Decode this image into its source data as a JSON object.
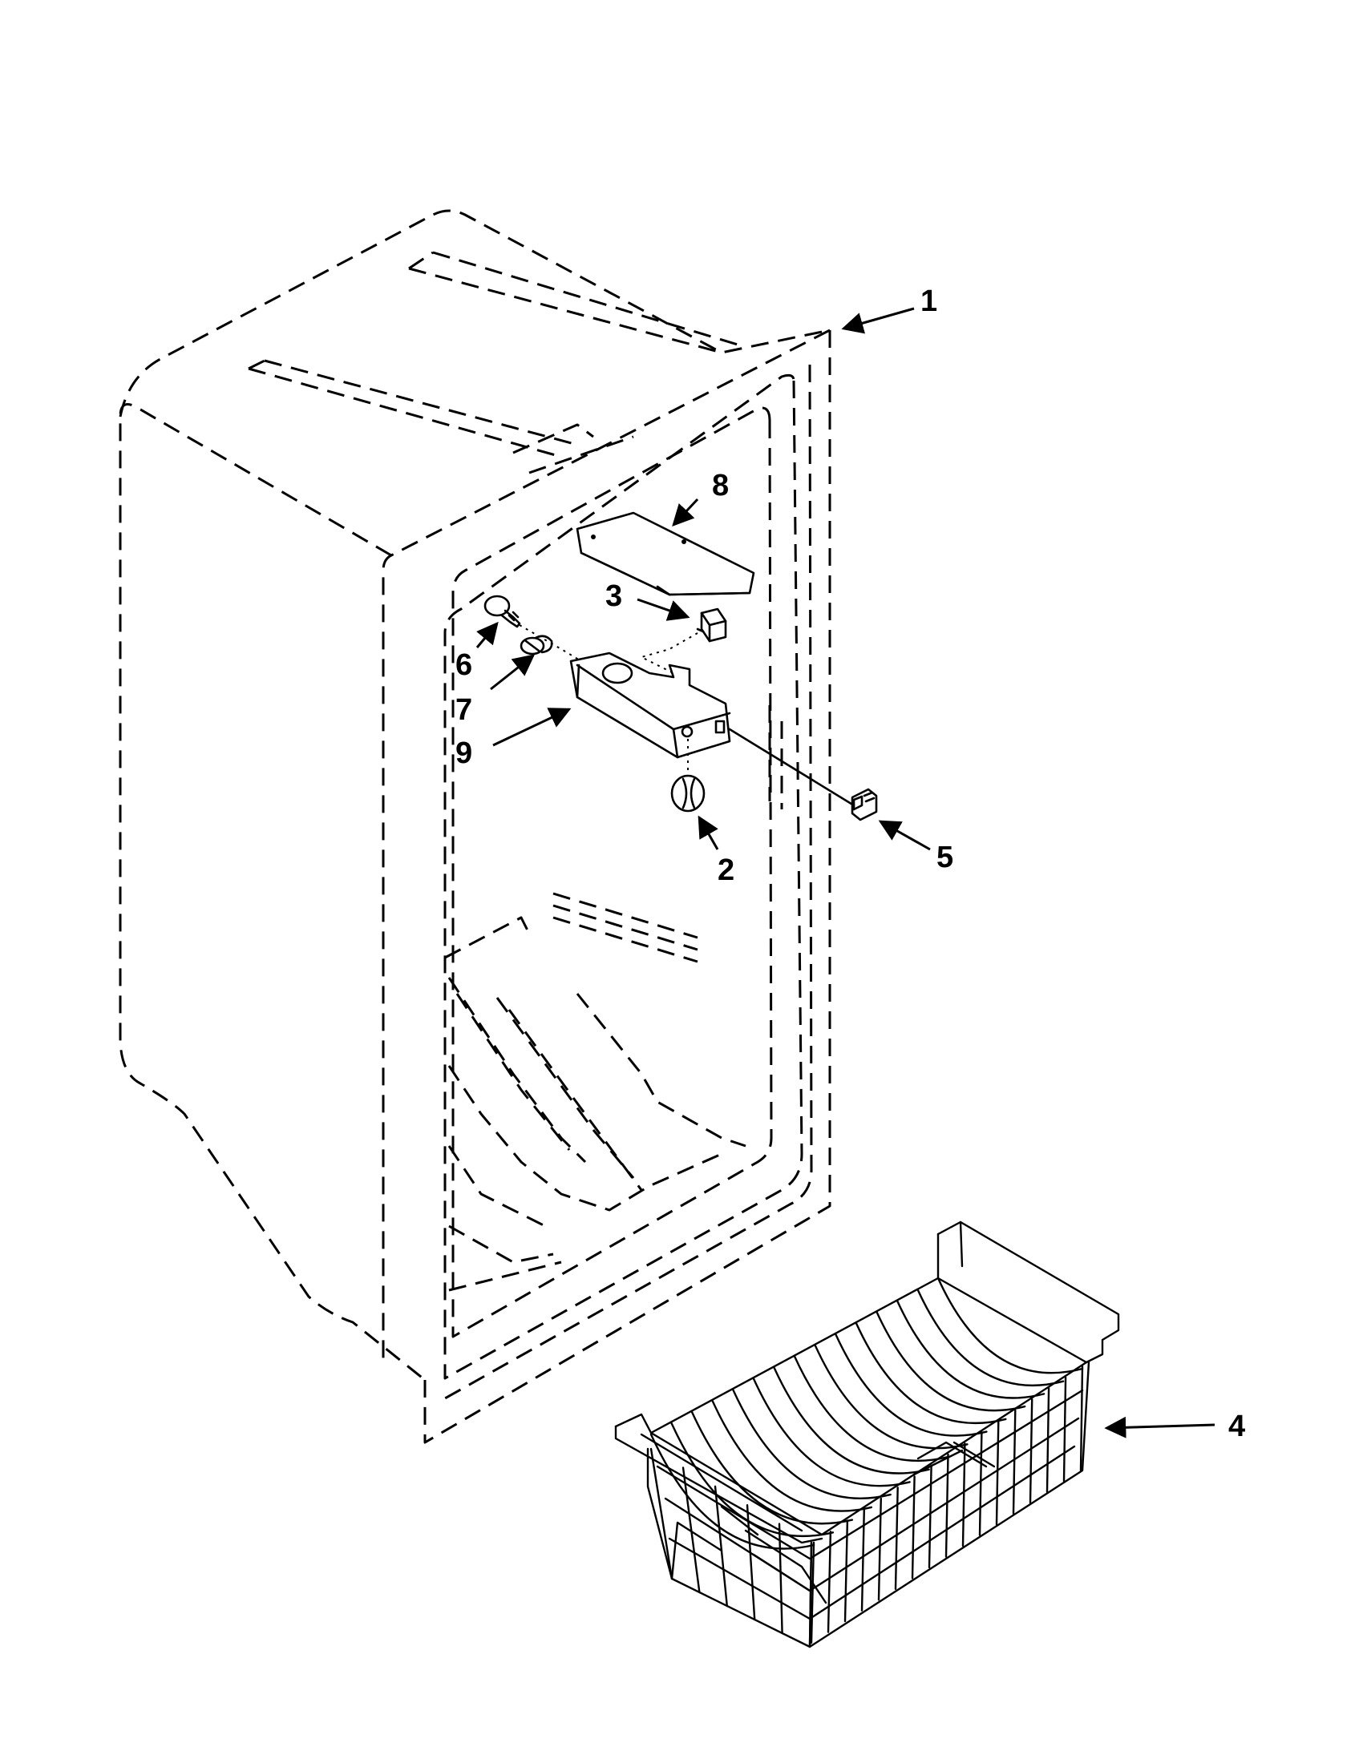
{
  "callouts": [
    {
      "id": "1"
    },
    {
      "id": "2"
    },
    {
      "id": "3"
    },
    {
      "id": "4"
    },
    {
      "id": "5"
    },
    {
      "id": "6"
    },
    {
      "id": "7"
    },
    {
      "id": "8"
    },
    {
      "id": "9"
    }
  ]
}
